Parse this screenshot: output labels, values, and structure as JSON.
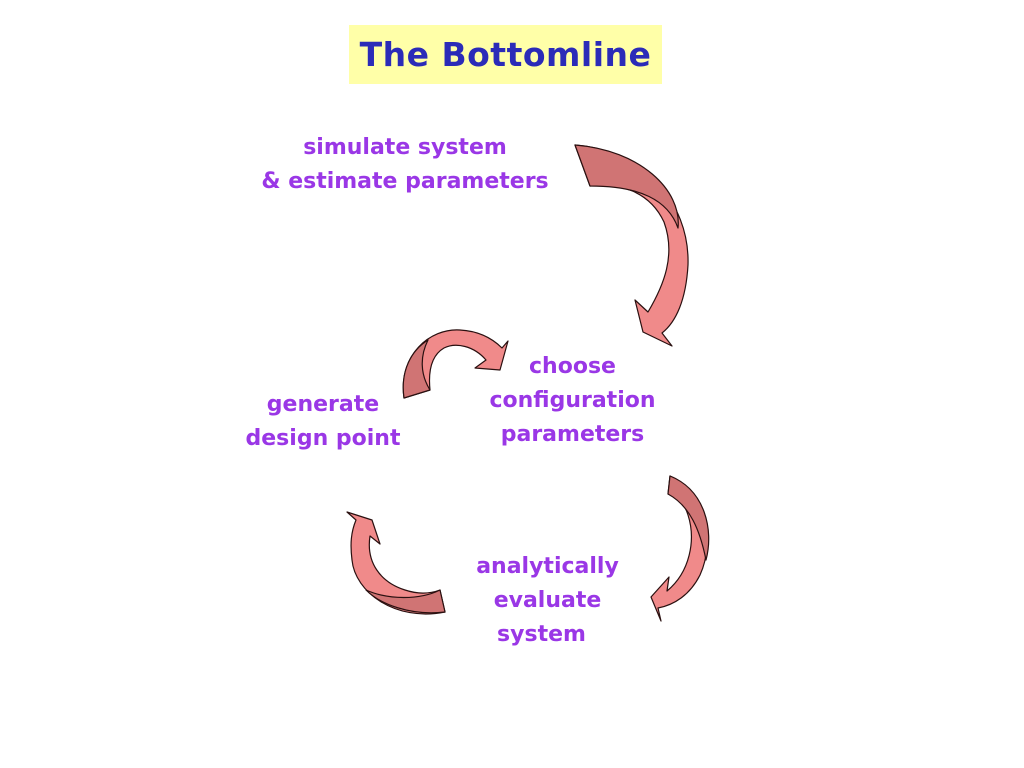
{
  "title": "The Bottomline",
  "colors": {
    "title_background": "#ffffa8",
    "title_text": "#2b2bb8",
    "step_text": "#9a37e6",
    "arrow_fill": "#f08a8a",
    "arrow_shade": "#d07474"
  },
  "steps": {
    "simulate": {
      "lines": [
        "simulate system",
        "& estimate parameters"
      ]
    },
    "choose": {
      "lines": [
        "choose",
        "configuration",
        "parameters"
      ]
    },
    "analyze": {
      "lines": [
        "analytically",
        "evaluate",
        "system"
      ]
    },
    "generate": {
      "lines": [
        "generate",
        "design point"
      ]
    }
  }
}
